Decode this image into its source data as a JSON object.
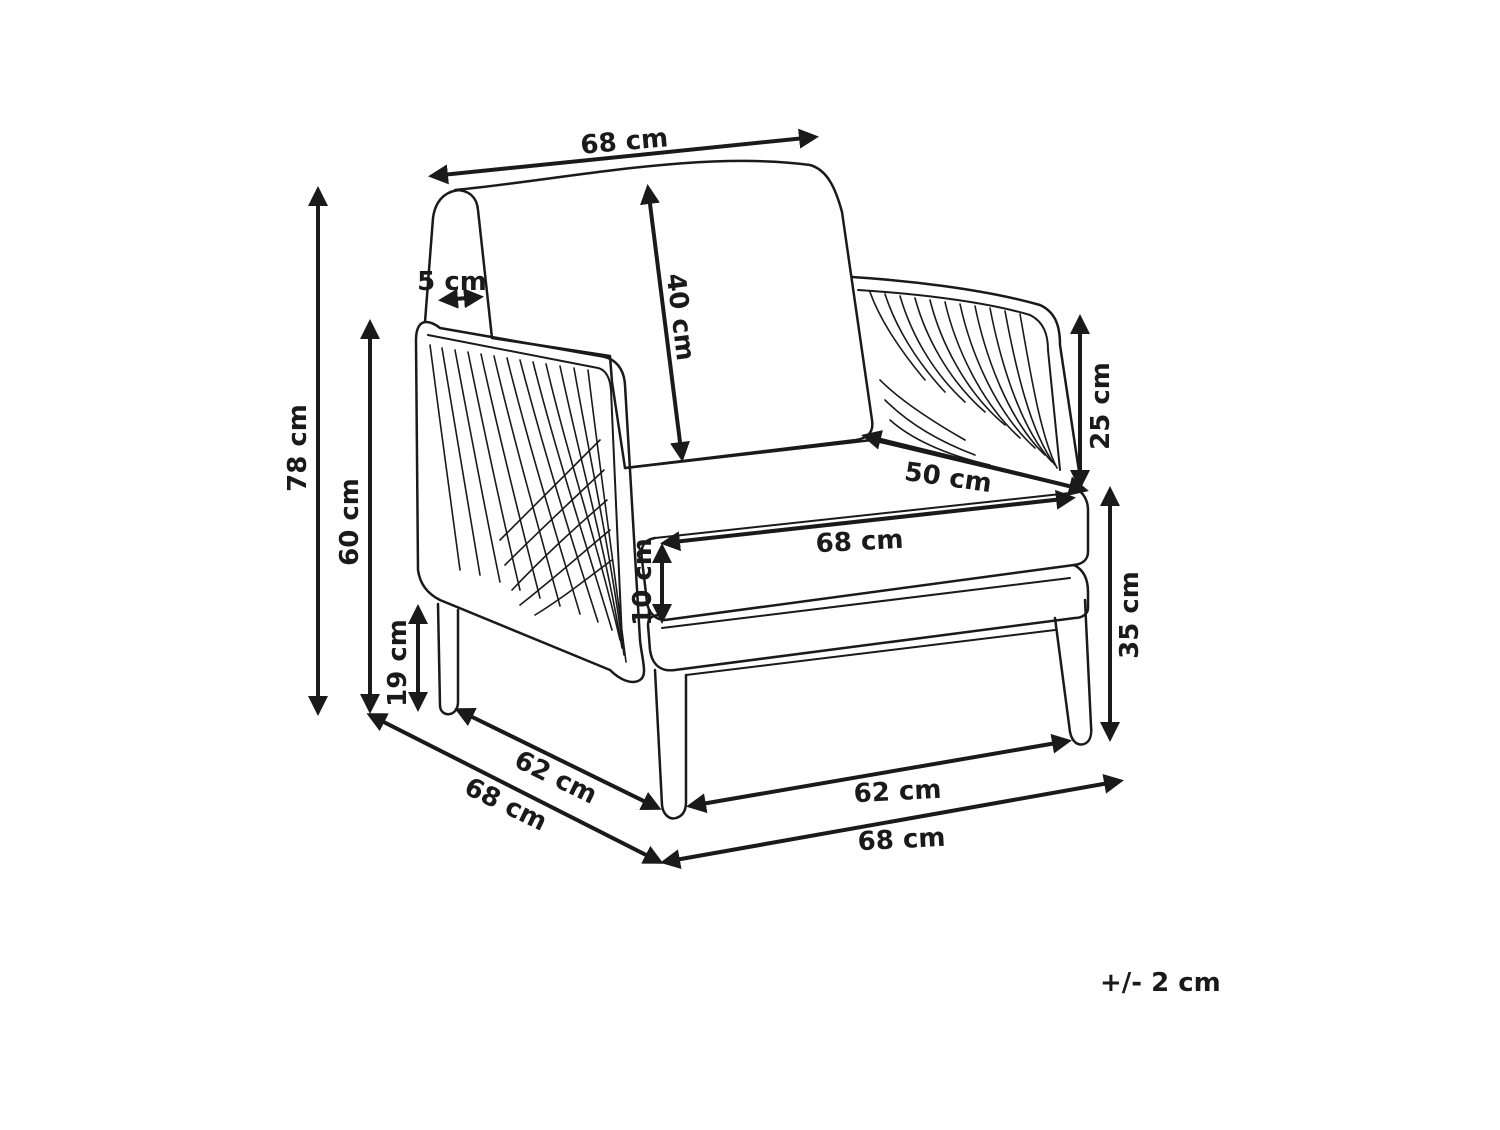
{
  "dimensions": {
    "back_width": "68 cm",
    "back_height": "40 cm",
    "arm_thickness": "5 cm",
    "total_height": "78 cm",
    "arm_height": "60 cm",
    "leg_height": "19 cm",
    "backrest_above_arm": "25 cm",
    "seat_depth": "50 cm",
    "seat_width": "68 cm",
    "cushion_thickness": "10 cm",
    "seat_height": "35 cm",
    "inner_depth": "62 cm",
    "outer_depth": "68 cm",
    "inner_width": "62 cm",
    "outer_width": "68 cm"
  },
  "tolerance": "+/- 2 cm"
}
